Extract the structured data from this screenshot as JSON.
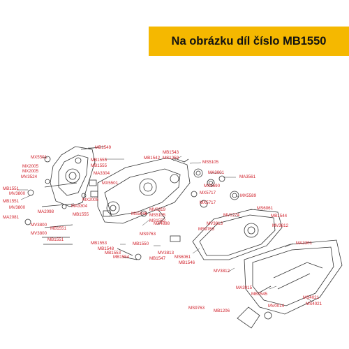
{
  "banner": {
    "text": "Na obrázku díl číslo MB1550",
    "color": "#f5b800"
  },
  "colors": {
    "label": "#d0202a",
    "line": "#333333"
  },
  "part_labels": [
    "MB1549",
    "MX5501",
    "MB1555",
    "MB1555",
    "MX2005",
    "MX2005",
    "MV3524",
    "MA3304",
    "MB1542",
    "MB1543",
    "MS1259",
    "MS5105",
    "MA3001",
    "MA3561",
    "MX5501",
    "MX5590",
    "MX5717",
    "MX5717",
    "MX5589",
    "MB1551",
    "MV3800",
    "MV3800",
    "MB1551",
    "MA2098",
    "MA3304",
    "MA2081",
    "MX2005",
    "MB1555",
    "MV0319",
    "MS5105",
    "MV1274",
    "MS6061",
    "MB1544",
    "MS5046",
    "MA4898",
    "MS1552",
    "MS9763",
    "MV3813",
    "MV3812",
    "MV3800",
    "MB1551",
    "MV3800",
    "MB1551",
    "MS9763",
    "MB1553",
    "MB1548",
    "MB1550",
    "MB1553",
    "MV3813",
    "MB1554",
    "MB1547",
    "MS6061",
    "MB1546",
    "MA3301",
    "MV3812",
    "MA3915",
    "MB1545",
    "MV0014",
    "MS4021",
    "MS4021",
    "MS9763",
    "MB1206"
  ]
}
